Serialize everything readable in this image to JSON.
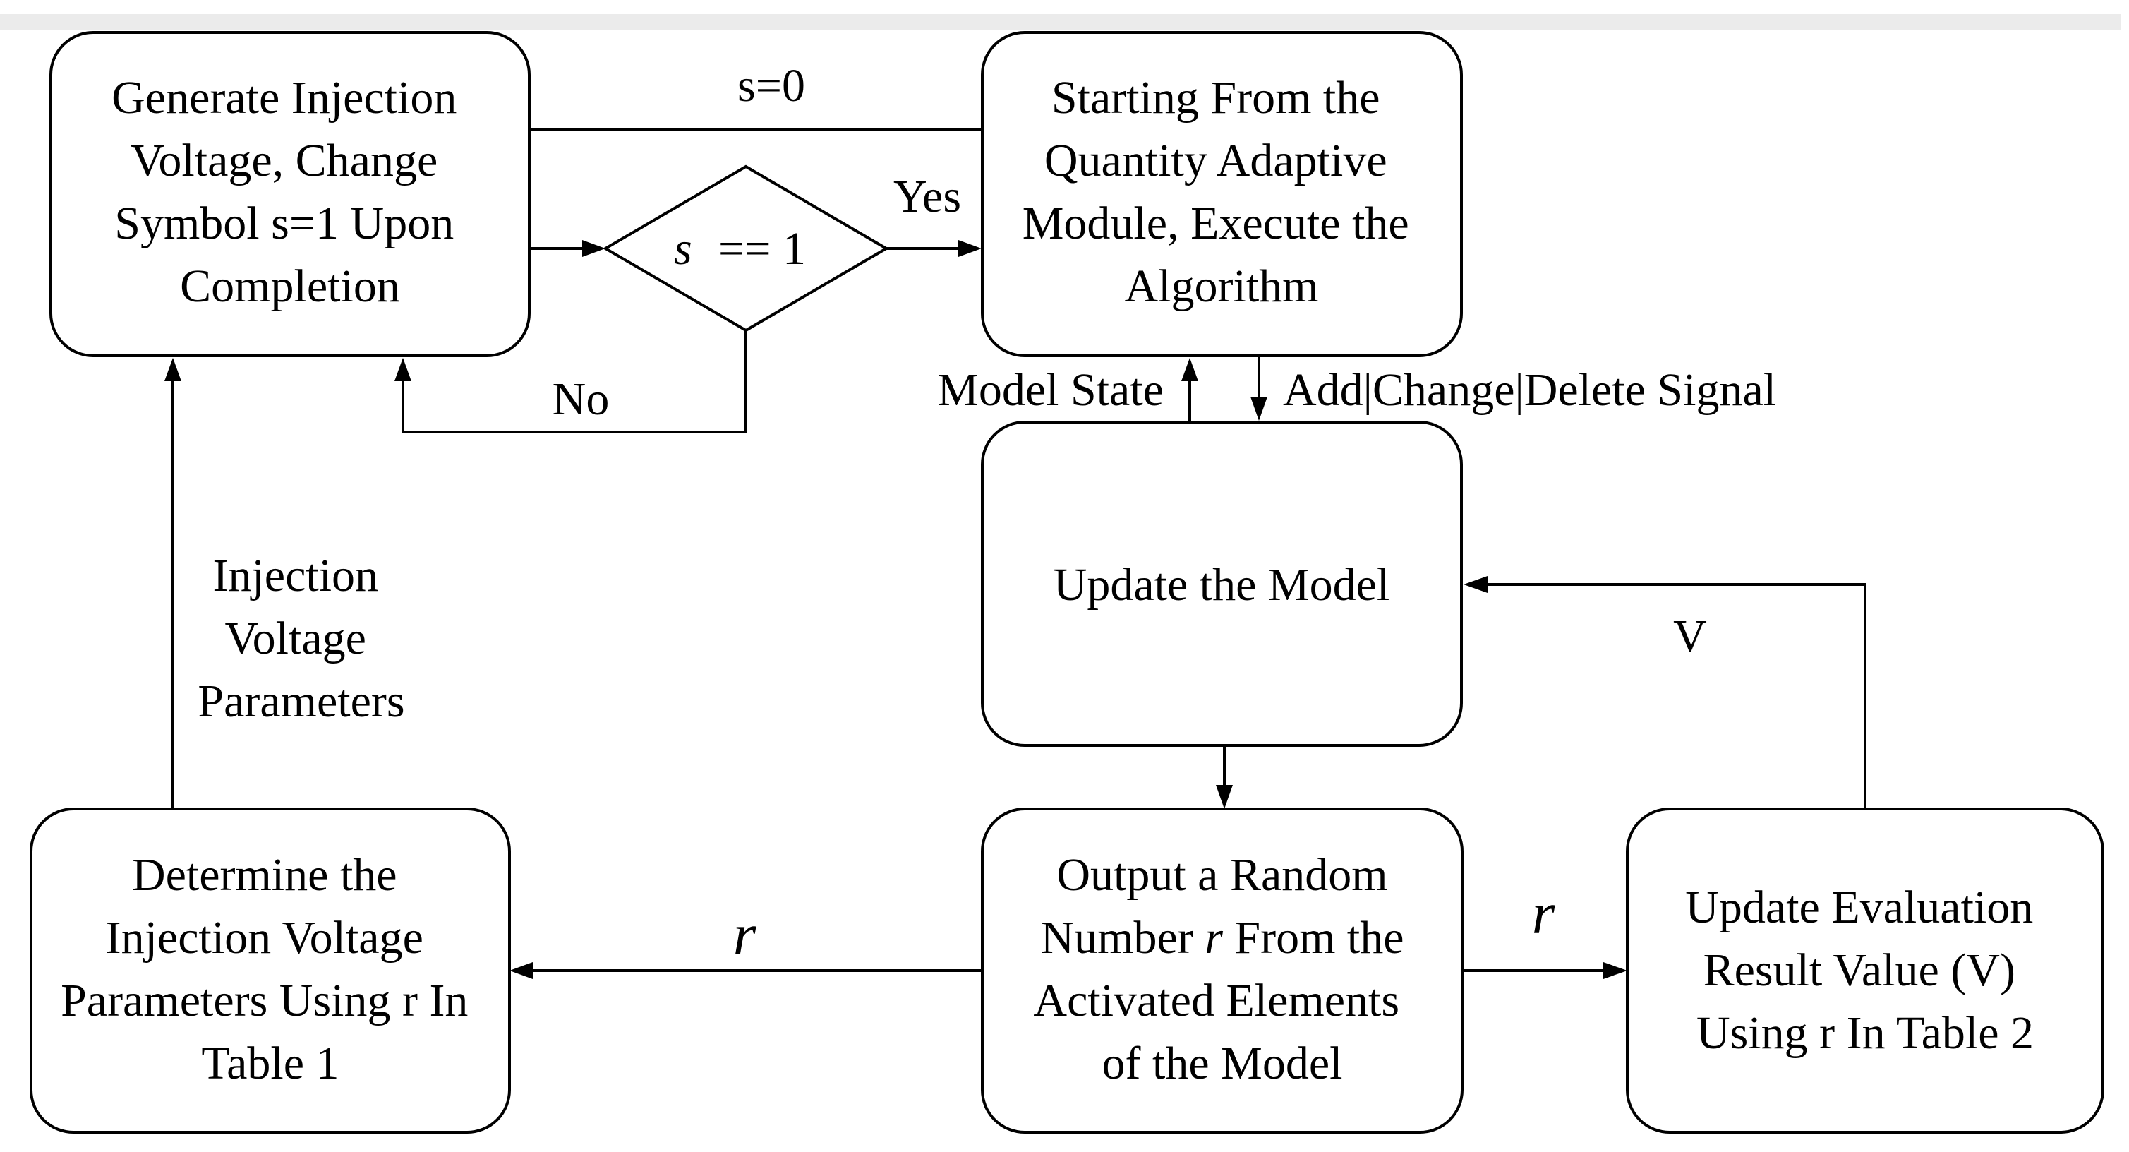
{
  "nodes": {
    "generate": {
      "lines": [
        "Generate Injection",
        "Voltage, Change",
        "Symbol s=1 Upon",
        "Completion"
      ]
    },
    "decision": {
      "var": "s",
      "op": "== 1"
    },
    "starting": {
      "lines": [
        "Starting From the",
        "Quantity Adaptive",
        "Module, Execute the",
        "Algorithm"
      ]
    },
    "update_model": {
      "lines": [
        "Update the Model"
      ]
    },
    "determine": {
      "lines": [
        "Determine the",
        "Injection Voltage",
        "Parameters Using r In",
        "Table 1"
      ]
    },
    "output": {
      "line1": "Output a Random",
      "line2_pre": "Number ",
      "line2_var": "r",
      "line2_post": " From the",
      "line3": "Activated Elements",
      "line4": "of the Model"
    },
    "update_eval": {
      "lines": [
        "Update Evaluation",
        "Result Value (V)",
        "Using r In Table 2"
      ]
    }
  },
  "edge_labels": {
    "s0": "s=0",
    "yes": "Yes",
    "no": "No",
    "model_state": "Model State",
    "add_change_delete": "Add|Change|Delete Signal",
    "v": "V",
    "r_left": "r",
    "r_right": "r",
    "injection_params": [
      "Injection",
      "Voltage",
      "Parameters"
    ]
  }
}
